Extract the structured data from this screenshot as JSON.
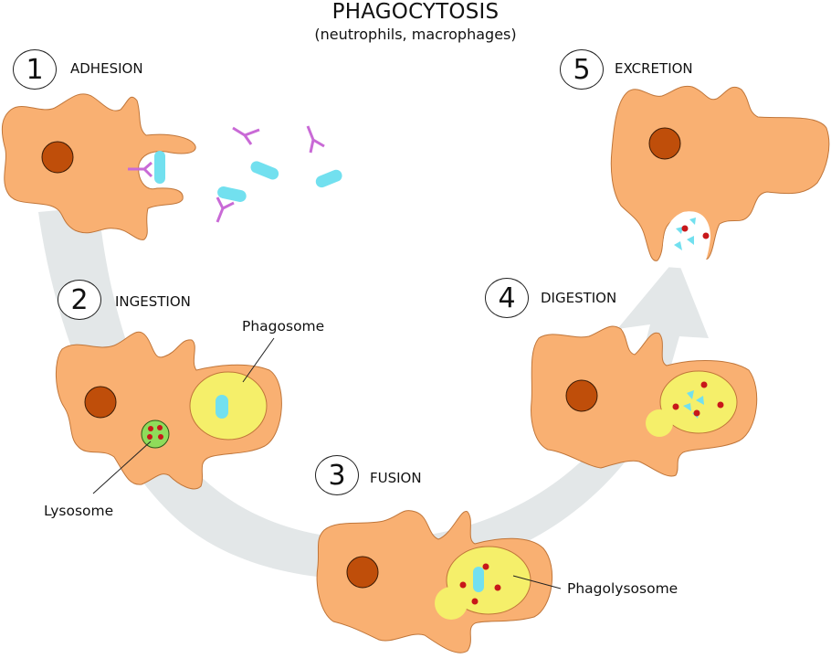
{
  "title": "PHAGOCYTOSIS",
  "subtitle": "(neutrophils, macrophages)",
  "steps": [
    {
      "number": "1",
      "label": "ADHESION"
    },
    {
      "number": "2",
      "label": "INGESTION"
    },
    {
      "number": "3",
      "label": "FUSION"
    },
    {
      "number": "4",
      "label": "DIGESTION"
    },
    {
      "number": "5",
      "label": "EXCRETION"
    }
  ],
  "callouts": {
    "phagosome": "Phagosome",
    "lysosome": "Lysosome",
    "phagolysosome": "Phagolysosome"
  },
  "colors": {
    "cell": "#f9b072",
    "cell_outline": "#b5651d",
    "nucleus": "#bf4e0a",
    "vacuole": "#f5ef6a",
    "lysosome": "#8fdc5a",
    "enzyme": "#c8171a",
    "bacterium": "#72e0ef",
    "antibody": "#c96ad6",
    "arrow": "#e4e8e9"
  }
}
